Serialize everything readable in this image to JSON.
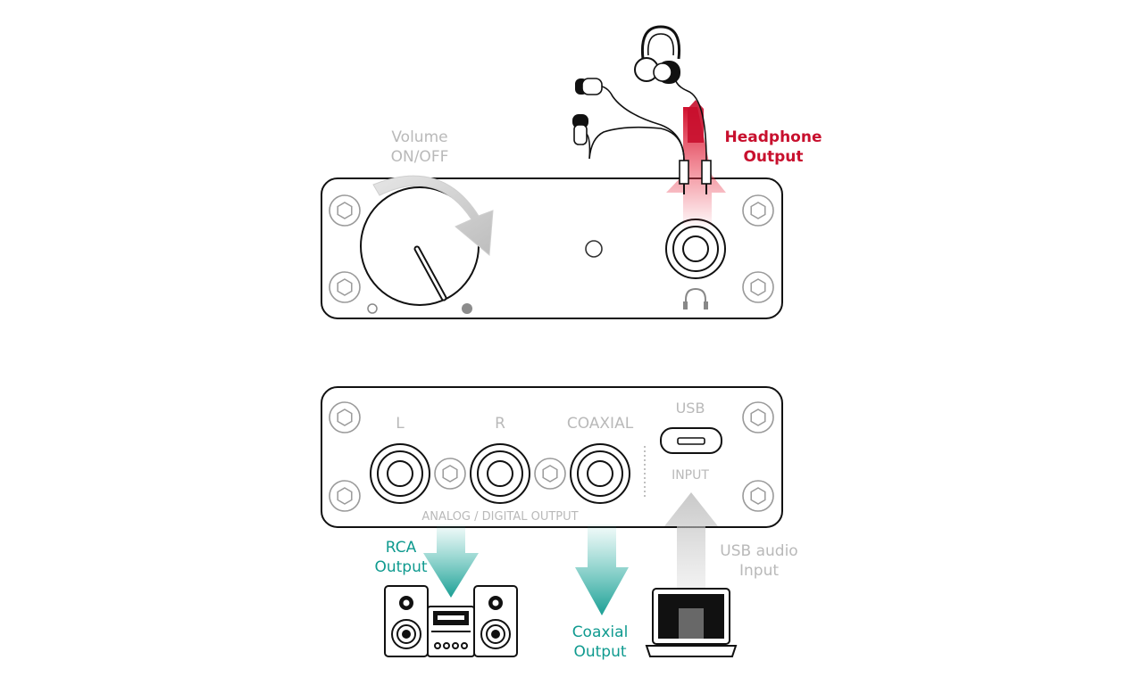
{
  "labels": {
    "volume_line1": "Volume",
    "volume_line2": "ON/OFF",
    "headphone_line1": "Headphone",
    "headphone_line2": "Output",
    "port_l": "L",
    "port_r": "R",
    "port_coaxial": "COAXIAL",
    "port_usb": "USB",
    "usb_input": "INPUT",
    "analog_digital_output": "ANALOG / DIGITAL OUTPUT",
    "rca_line1": "RCA",
    "rca_line2": "Output",
    "coaxial_line1": "Coaxial",
    "coaxial_line2": "Output",
    "usb_audio_line1": "USB audio",
    "usb_audio_line2": "Input"
  },
  "colors": {
    "line": "#111111",
    "muted_text": "#b9b9b9",
    "headphone_accent": "#c8102e",
    "teal_accent": "#0f9a8f",
    "usb_arrow": "#d8d8d8"
  },
  "icons": {
    "knob": "volume-knob",
    "headphone_jack": "headphone-jack-icon",
    "headphones": "over-ear-headphones-icon",
    "earbuds": "earbuds-icon",
    "stereo": "stereo-system-icon",
    "laptop": "laptop-icon",
    "screw": "hex-screw-icon"
  }
}
